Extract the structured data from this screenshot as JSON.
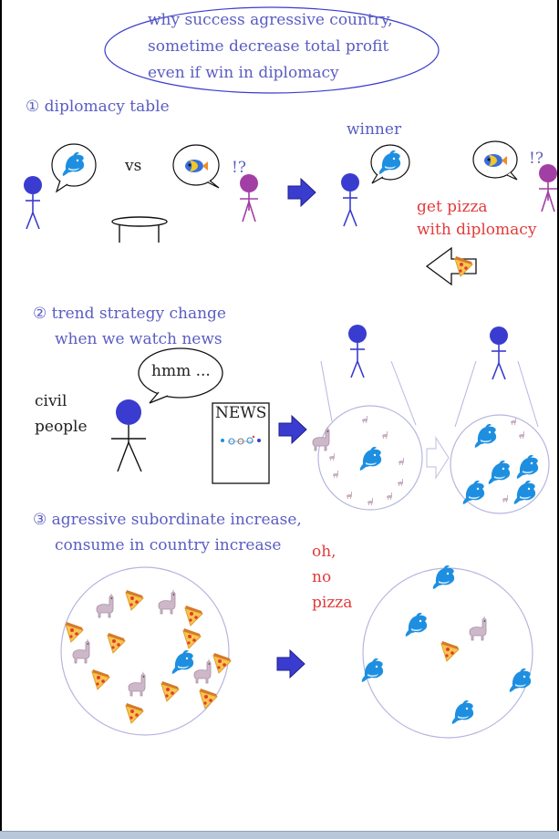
{
  "title_bubble": {
    "lines": [
      "why success agressive country,",
      "sometime decrease total profit",
      "even if win in diplomacy"
    ]
  },
  "section1": {
    "heading": "① diplomacy table",
    "vs": "vs",
    "surprise_left": "!?",
    "winner": "winner",
    "surprise_right": "!?",
    "get_pizza": [
      "get pizza",
      "with diplomacy"
    ]
  },
  "section2": {
    "heading": [
      "② trend strategy change",
      "when we watch news"
    ],
    "civil": [
      "civil",
      "people"
    ],
    "thought": "hmm ...",
    "news": "NEWS"
  },
  "section3": {
    "heading": [
      "③ agressive subordinate increase,",
      "consume in country increase"
    ],
    "oh_no": [
      "oh,",
      "no",
      "pizza"
    ]
  },
  "colors": {
    "text_blue": "#5a5cc2",
    "person_blue": "#3a3ccf",
    "person_purple": "#a23fa5",
    "arrow_blue": "#3a3ccf",
    "accent_red": "#e23b3b",
    "circle_line": "#b6b6e0"
  }
}
